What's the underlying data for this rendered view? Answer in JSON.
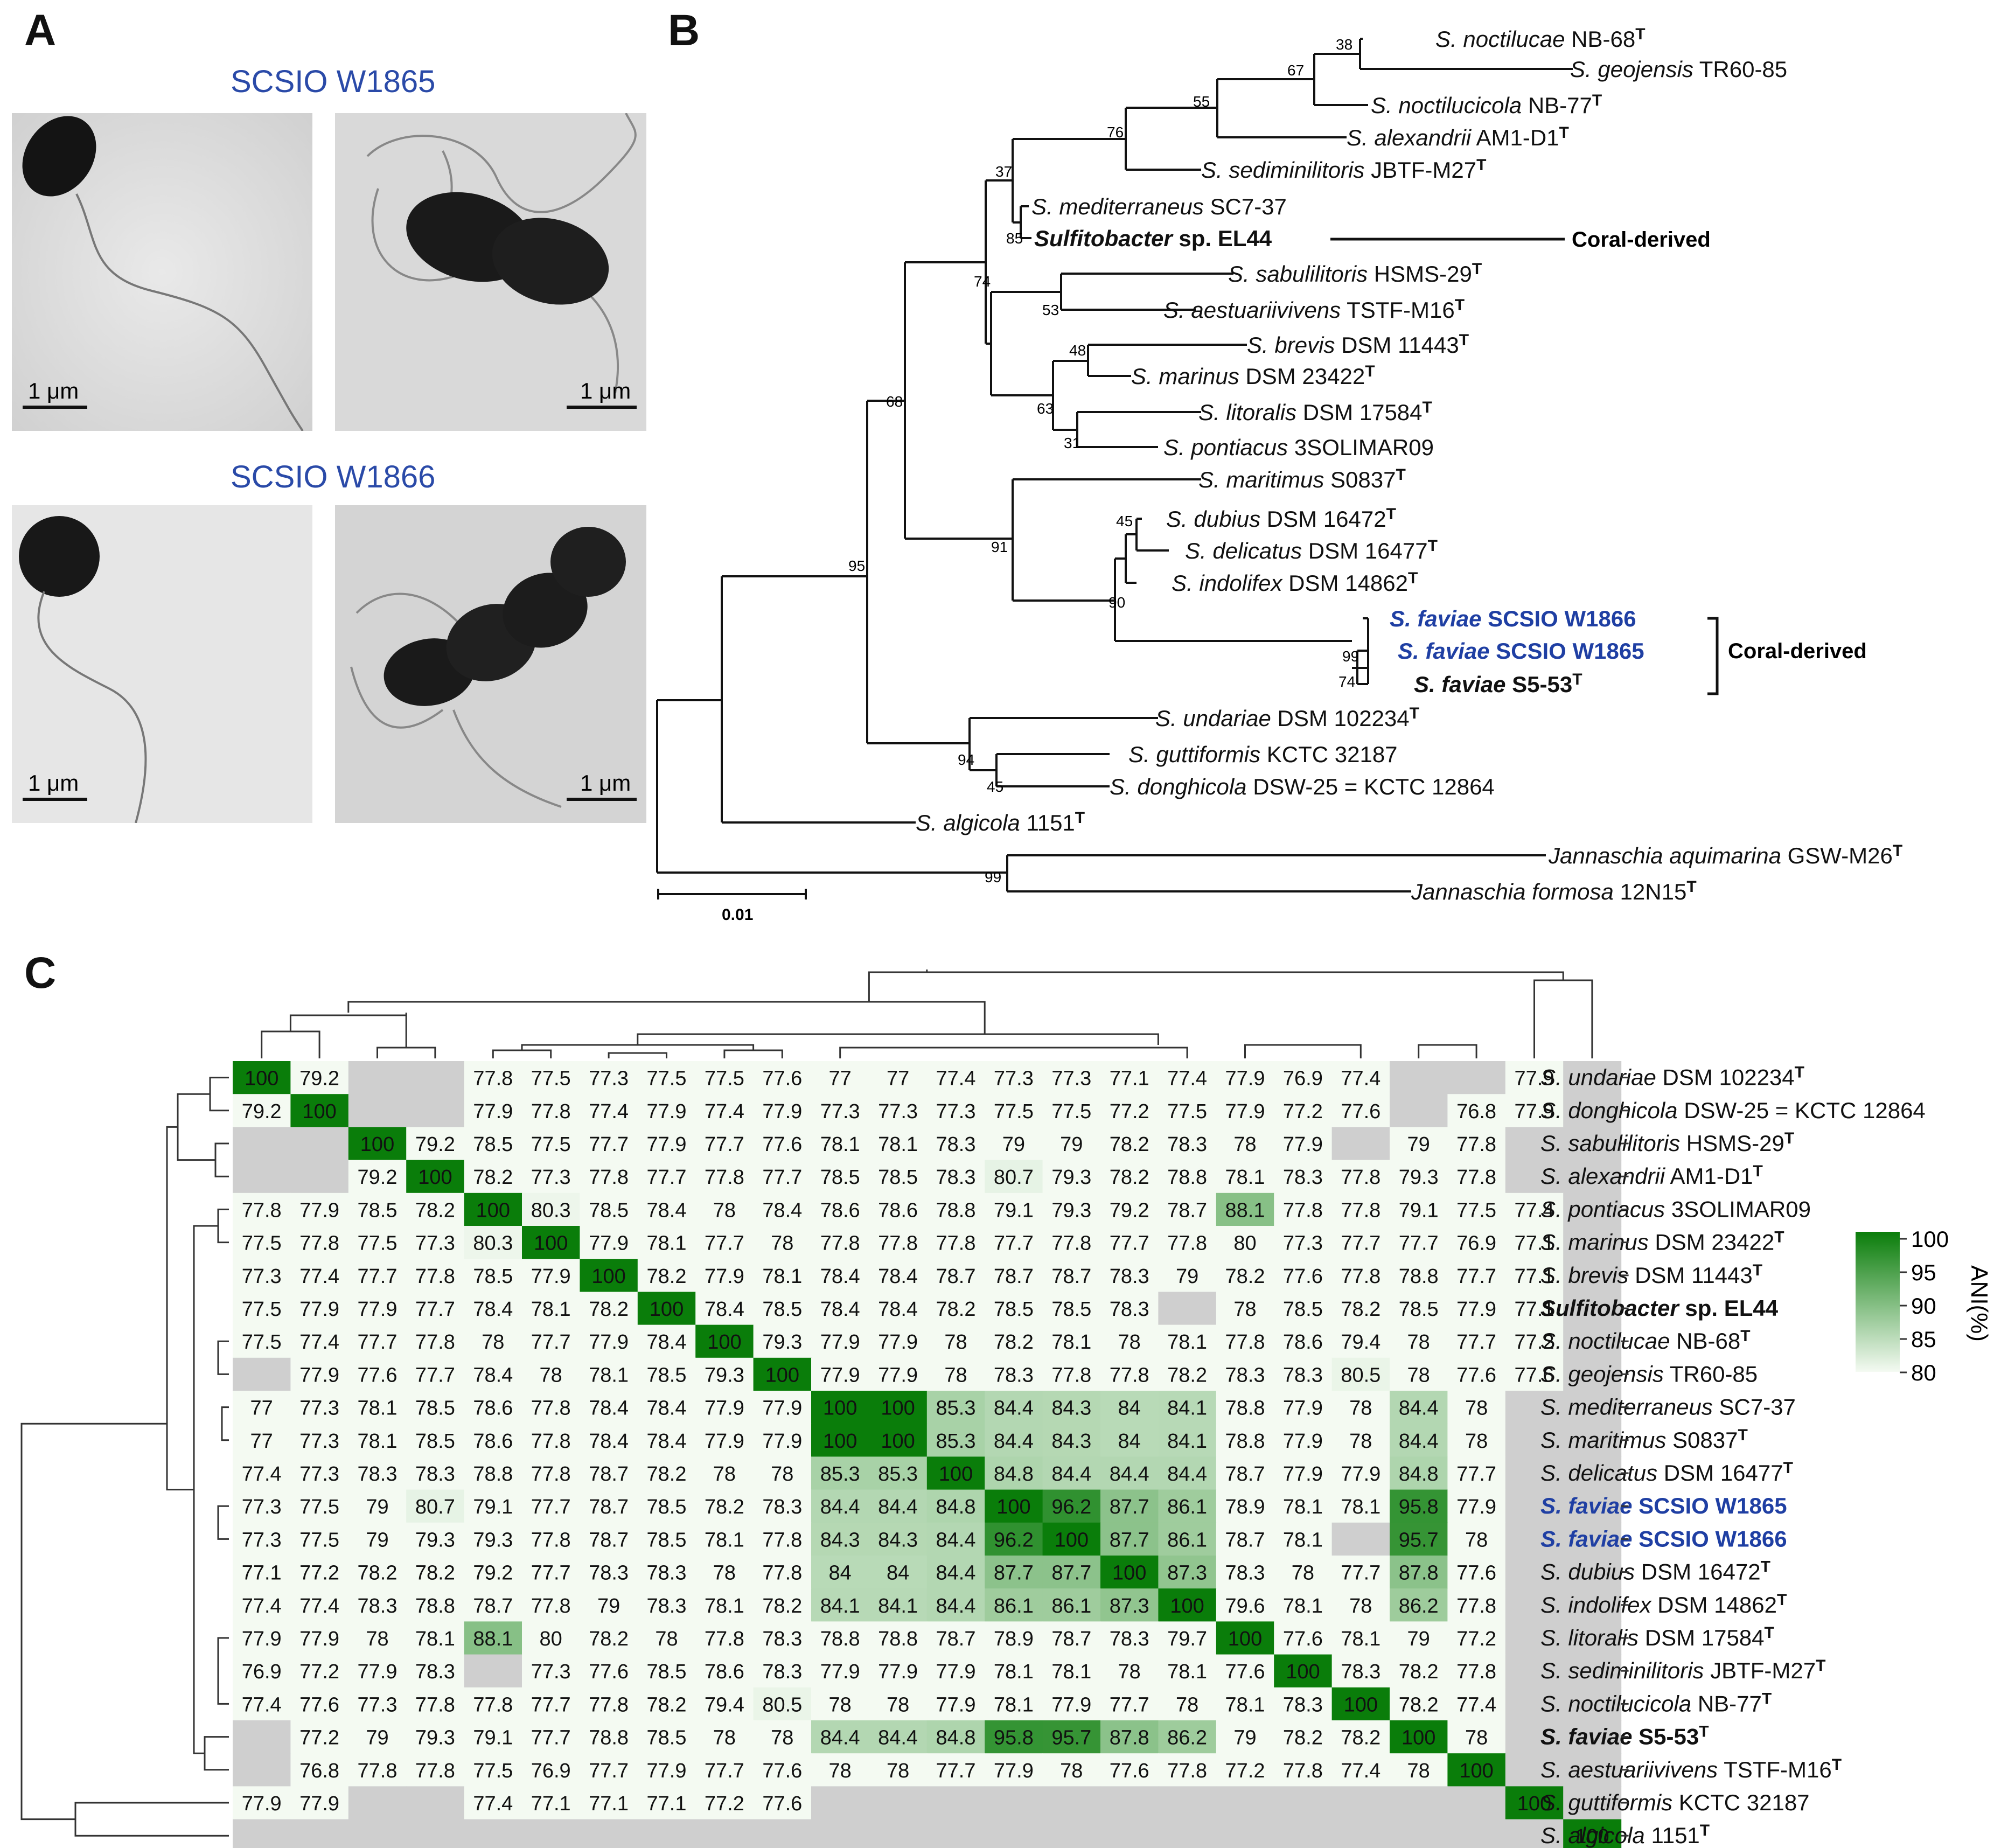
{
  "panels": {
    "a": "A",
    "b": "B",
    "c": "C"
  },
  "panel_a": {
    "strain_1": "SCSIO W1865",
    "strain_2": "SCSIO W1866",
    "scale_label": "1 μm"
  },
  "panel_b": {
    "scale_label": "0.01",
    "coral_label_1": "Coral-derived",
    "coral_label_2": "Coral-derived",
    "taxa": [
      {
        "genus": "S.",
        "species": "noctilucae",
        "strain": "NB-68",
        "type": true,
        "bold": false,
        "blue": false
      },
      {
        "genus": "S.",
        "species": "geojensis",
        "strain": "TR60-85",
        "type": false,
        "bold": false,
        "blue": false
      },
      {
        "genus": "S.",
        "species": "noctilucicola",
        "strain": "NB-77",
        "type": true,
        "bold": false,
        "blue": false
      },
      {
        "genus": "S.",
        "species": "alexandrii",
        "strain": "AM1-D1",
        "type": true,
        "bold": false,
        "blue": false
      },
      {
        "genus": "S.",
        "species": "sediminilitoris",
        "strain": "JBTF-M27",
        "type": true,
        "bold": false,
        "blue": false
      },
      {
        "genus": "S.",
        "species": "mediterraneus",
        "strain": "SC7-37",
        "type": false,
        "bold": false,
        "blue": false
      },
      {
        "genus": "Sulfitobacter",
        "species": "",
        "strain": "sp. EL44",
        "type": false,
        "bold": true,
        "blue": false
      },
      {
        "genus": "S.",
        "species": "sabulilitoris",
        "strain": "HSMS-29",
        "type": true,
        "bold": false,
        "blue": false
      },
      {
        "genus": "S.",
        "species": "aestuariivivens",
        "strain": "TSTF-M16",
        "type": true,
        "bold": false,
        "blue": false
      },
      {
        "genus": "S.",
        "species": "brevis",
        "strain": "DSM 11443",
        "type": true,
        "bold": false,
        "blue": false
      },
      {
        "genus": "S.",
        "species": "marinus",
        "strain": "DSM 23422",
        "type": true,
        "bold": false,
        "blue": false
      },
      {
        "genus": "S.",
        "species": "litoralis",
        "strain": "DSM 17584",
        "type": true,
        "bold": false,
        "blue": false
      },
      {
        "genus": "S.",
        "species": "pontiacus",
        "strain": "3SOLIMAR09",
        "type": false,
        "bold": false,
        "blue": false
      },
      {
        "genus": "S.",
        "species": "maritimus",
        "strain": "S0837",
        "type": true,
        "bold": false,
        "blue": false
      },
      {
        "genus": "S.",
        "species": "dubius",
        "strain": "DSM 16472",
        "type": true,
        "bold": false,
        "blue": false
      },
      {
        "genus": "S.",
        "species": "delicatus",
        "strain": "DSM 16477",
        "type": true,
        "bold": false,
        "blue": false
      },
      {
        "genus": "S.",
        "species": "indolifex",
        "strain": "DSM 14862",
        "type": true,
        "bold": false,
        "blue": false
      },
      {
        "genus": "S.",
        "species": "faviae",
        "strain": "SCSIO W1866",
        "type": false,
        "bold": true,
        "blue": true
      },
      {
        "genus": "S.",
        "species": "faviae",
        "strain": "SCSIO W1865",
        "type": false,
        "bold": true,
        "blue": true
      },
      {
        "genus": "S.",
        "species": "faviae",
        "strain": "S5-53",
        "type": true,
        "bold": true,
        "blue": false
      },
      {
        "genus": "S.",
        "species": "undariae",
        "strain": "DSM 102234",
        "type": true,
        "bold": false,
        "blue": false
      },
      {
        "genus": "S.",
        "species": "guttiformis",
        "strain": "KCTC 32187",
        "type": false,
        "bold": false,
        "blue": false
      },
      {
        "genus": "S.",
        "species": "donghicola",
        "strain": "DSW-25 = KCTC 12864",
        "type": false,
        "bold": false,
        "blue": false
      },
      {
        "genus": "S.",
        "species": "algicola",
        "strain": "1151",
        "type": true,
        "bold": false,
        "blue": false
      },
      {
        "genus": "Jannaschia",
        "species": "aquimarina",
        "strain": "GSW-M26",
        "type": true,
        "bold": false,
        "blue": false
      },
      {
        "genus": "Jannaschia",
        "species": "formosa",
        "strain": "12N15",
        "type": true,
        "bold": false,
        "blue": false
      }
    ],
    "bootstrap": [
      "38",
      "67",
      "55",
      "76",
      "37",
      "85",
      "74",
      "53",
      "48",
      "63",
      "31",
      "68",
      "45",
      "91",
      "90",
      "99",
      "74",
      "95",
      "94",
      "45",
      "99"
    ]
  },
  "panel_c": {
    "legend_title": "ANI(%)",
    "legend_ticks": [
      "100",
      "95",
      "90",
      "85",
      "80"
    ],
    "colors": {
      "high": "#0a7d0a",
      "low": "#f4faf2",
      "missing": "#cfcfcf"
    },
    "row_labels": [
      {
        "genus": "S.",
        "species": "undariae",
        "strain": "DSM 102234",
        "type": true,
        "bold": false,
        "blue": false
      },
      {
        "genus": "S.",
        "species": "donghicola",
        "strain": "DSW-25 = KCTC 12864",
        "type": false,
        "bold": false,
        "blue": false
      },
      {
        "genus": "S.",
        "species": "sabulilitoris",
        "strain": "HSMS-29",
        "type": true,
        "bold": false,
        "blue": false
      },
      {
        "genus": "S.",
        "species": "alexandrii",
        "strain": "AM1-D1",
        "type": true,
        "bold": false,
        "blue": false
      },
      {
        "genus": "S.",
        "species": "pontiacus",
        "strain": "3SOLIMAR09",
        "type": false,
        "bold": false,
        "blue": false
      },
      {
        "genus": "S.",
        "species": "marinus",
        "strain": "DSM 23422",
        "type": true,
        "bold": false,
        "blue": false
      },
      {
        "genus": "S.",
        "species": "brevis",
        "strain": "DSM 11443",
        "type": true,
        "bold": false,
        "blue": false
      },
      {
        "genus": "Sulfitobacter",
        "species": "",
        "strain": "sp. EL44",
        "type": false,
        "bold": true,
        "blue": false
      },
      {
        "genus": "S.",
        "species": "noctilucae",
        "strain": "NB-68",
        "type": true,
        "bold": false,
        "blue": false
      },
      {
        "genus": "S.",
        "species": "geojensis",
        "strain": "TR60-85",
        "type": false,
        "bold": false,
        "blue": false
      },
      {
        "genus": "S.",
        "species": "mediterraneus",
        "strain": "SC7-37",
        "type": false,
        "bold": false,
        "blue": false
      },
      {
        "genus": "S.",
        "species": "maritimus",
        "strain": "S0837",
        "type": true,
        "bold": false,
        "blue": false
      },
      {
        "genus": "S.",
        "species": "delicatus",
        "strain": "DSM 16477",
        "type": true,
        "bold": false,
        "blue": false
      },
      {
        "genus": "S.",
        "species": "faviae",
        "strain": "SCSIO W1865",
        "type": false,
        "bold": true,
        "blue": true
      },
      {
        "genus": "S.",
        "species": "faviae",
        "strain": "SCSIO W1866",
        "type": false,
        "bold": true,
        "blue": true
      },
      {
        "genus": "S.",
        "species": "dubius",
        "strain": "DSM 16472",
        "type": true,
        "bold": false,
        "blue": false
      },
      {
        "genus": "S.",
        "species": "indolifex",
        "strain": "DSM 14862",
        "type": true,
        "bold": false,
        "blue": false
      },
      {
        "genus": "S.",
        "species": "litoralis",
        "strain": "DSM 17584",
        "type": true,
        "bold": false,
        "blue": false
      },
      {
        "genus": "S.",
        "species": "sediminilitoris",
        "strain": "JBTF-M27",
        "type": true,
        "bold": false,
        "blue": false
      },
      {
        "genus": "S.",
        "species": "noctilucicola",
        "strain": "NB-77",
        "type": true,
        "bold": false,
        "blue": false
      },
      {
        "genus": "S.",
        "species": "faviae",
        "strain": "S5-53",
        "type": true,
        "bold": true,
        "blue": false
      },
      {
        "genus": "S.",
        "species": "aestuariivivens",
        "strain": "TSTF-M16",
        "type": true,
        "bold": false,
        "blue": false
      },
      {
        "genus": "S.",
        "species": "guttiformis",
        "strain": "KCTC 32187",
        "type": false,
        "bold": false,
        "blue": false
      },
      {
        "genus": "S.",
        "species": "algicola",
        "strain": "1151",
        "type": true,
        "bold": false,
        "blue": false
      }
    ],
    "matrix": [
      [
        "100",
        "79.2",
        null,
        null,
        "77.8",
        "77.5",
        "77.3",
        "77.5",
        "77.5",
        "77.6",
        "77",
        "77",
        "77.4",
        "77.3",
        "77.3",
        "77.1",
        "77.4",
        "77.9",
        "76.9",
        "77.4",
        null,
        null,
        "77.9",
        null
      ],
      [
        "79.2",
        "100",
        null,
        null,
        "77.9",
        "77.8",
        "77.4",
        "77.9",
        "77.4",
        "77.9",
        "77.3",
        "77.3",
        "77.3",
        "77.5",
        "77.5",
        "77.2",
        "77.5",
        "77.9",
        "77.2",
        "77.6",
        null,
        "76.8",
        "77.9",
        null
      ],
      [
        null,
        null,
        "100",
        "79.2",
        "78.5",
        "77.5",
        "77.7",
        "77.9",
        "77.7",
        "77.6",
        "78.1",
        "78.1",
        "78.3",
        "79",
        "79",
        "78.2",
        "78.3",
        "78",
        "77.9",
        null,
        "79",
        "77.8",
        null,
        null
      ],
      [
        null,
        null,
        "79.2",
        "100",
        "78.2",
        "77.3",
        "77.8",
        "77.7",
        "77.8",
        "77.7",
        "78.5",
        "78.5",
        "78.3",
        "80.7",
        "79.3",
        "78.2",
        "78.8",
        "78.1",
        "78.3",
        "77.8",
        "79.3",
        "77.8",
        null,
        null
      ],
      [
        "77.8",
        "77.9",
        "78.5",
        "78.2",
        "100",
        "80.3",
        "78.5",
        "78.4",
        "78",
        "78.4",
        "78.6",
        "78.6",
        "78.8",
        "79.1",
        "79.3",
        "79.2",
        "78.7",
        "88.1",
        "77.8",
        "77.8",
        "79.1",
        "77.5",
        "77.4",
        null
      ],
      [
        "77.5",
        "77.8",
        "77.5",
        "77.3",
        "80.3",
        "100",
        "77.9",
        "78.1",
        "77.7",
        "78",
        "77.8",
        "77.8",
        "77.8",
        "77.7",
        "77.8",
        "77.7",
        "77.8",
        "80",
        "77.3",
        "77.7",
        "77.7",
        "76.9",
        "77.1",
        null
      ],
      [
        "77.3",
        "77.4",
        "77.7",
        "77.8",
        "78.5",
        "77.9",
        "100",
        "78.2",
        "77.9",
        "78.1",
        "78.4",
        "78.4",
        "78.7",
        "78.7",
        "78.7",
        "78.3",
        "79",
        "78.2",
        "77.6",
        "77.8",
        "78.8",
        "77.7",
        "77.1",
        null
      ],
      [
        "77.5",
        "77.9",
        "77.9",
        "77.7",
        "78.4",
        "78.1",
        "78.2",
        "100",
        "78.4",
        "78.5",
        "78.4",
        "78.4",
        "78.2",
        "78.5",
        "78.5",
        "78.3",
        null,
        "78",
        "78.5",
        "78.2",
        "78.5",
        "77.9",
        "77.1",
        null
      ],
      [
        "77.5",
        "77.4",
        "77.7",
        "77.8",
        "78",
        "77.7",
        "77.9",
        "78.4",
        "100",
        "79.3",
        "77.9",
        "77.9",
        "78",
        "78.2",
        "78.1",
        "78",
        "78.1",
        "77.8",
        "78.6",
        "79.4",
        "78",
        "77.7",
        "77.2",
        null
      ],
      [
        null,
        "77.9",
        "77.6",
        "77.7",
        "78.4",
        "78",
        "78.1",
        "78.5",
        "79.3",
        "100",
        "77.9",
        "77.9",
        "78",
        "78.3",
        "77.8",
        "77.8",
        "78.2",
        "78.3",
        "78.3",
        "80.5",
        "78",
        "77.6",
        "77.6",
        null
      ],
      [
        "77",
        "77.3",
        "78.1",
        "78.5",
        "78.6",
        "77.8",
        "78.4",
        "78.4",
        "77.9",
        "77.9",
        "100",
        "100",
        "85.3",
        "84.4",
        "84.3",
        "84",
        "84.1",
        "78.8",
        "77.9",
        "78",
        "84.4",
        "78",
        null,
        null
      ],
      [
        "77",
        "77.3",
        "78.1",
        "78.5",
        "78.6",
        "77.8",
        "78.4",
        "78.4",
        "77.9",
        "77.9",
        "100",
        "100",
        "85.3",
        "84.4",
        "84.3",
        "84",
        "84.1",
        "78.8",
        "77.9",
        "78",
        "84.4",
        "78",
        null,
        null
      ],
      [
        "77.4",
        "77.3",
        "78.3",
        "78.3",
        "78.8",
        "77.8",
        "78.7",
        "78.2",
        "78",
        "78",
        "85.3",
        "85.3",
        "100",
        "84.8",
        "84.4",
        "84.4",
        "84.4",
        "78.7",
        "77.9",
        "77.9",
        "84.8",
        "77.7",
        null,
        null
      ],
      [
        "77.3",
        "77.5",
        "79",
        "80.7",
        "79.1",
        "77.7",
        "78.7",
        "78.5",
        "78.2",
        "78.3",
        "84.4",
        "84.4",
        "84.8",
        "100",
        "96.2",
        "87.7",
        "86.1",
        "78.9",
        "78.1",
        "78.1",
        "95.8",
        "77.9",
        null,
        null
      ],
      [
        "77.3",
        "77.5",
        "79",
        "79.3",
        "79.3",
        "77.8",
        "78.7",
        "78.5",
        "78.1",
        "77.8",
        "84.3",
        "84.3",
        "84.4",
        "96.2",
        "100",
        "87.7",
        "86.1",
        "78.7",
        "78.1",
        null,
        "95.7",
        "78",
        null,
        null
      ],
      [
        "77.1",
        "77.2",
        "78.2",
        "78.2",
        "79.2",
        "77.7",
        "78.3",
        "78.3",
        "78",
        "77.8",
        "84",
        "84",
        "84.4",
        "87.7",
        "87.7",
        "100",
        "87.3",
        "78.3",
        "78",
        "77.7",
        "87.8",
        "77.6",
        null,
        null
      ],
      [
        "77.4",
        "77.4",
        "78.3",
        "78.8",
        "78.7",
        "77.8",
        "79",
        "78.3",
        "78.1",
        "78.2",
        "84.1",
        "84.1",
        "84.4",
        "86.1",
        "86.1",
        "87.3",
        "100",
        "79.6",
        "78.1",
        "78",
        "86.2",
        "77.8",
        null,
        null
      ],
      [
        "77.9",
        "77.9",
        "78",
        "78.1",
        "88.1",
        "80",
        "78.2",
        "78",
        "77.8",
        "78.3",
        "78.8",
        "78.8",
        "78.7",
        "78.9",
        "78.7",
        "78.3",
        "79.7",
        "100",
        "77.6",
        "78.1",
        "79",
        "77.2",
        null,
        null
      ],
      [
        "76.9",
        "77.2",
        "77.9",
        "78.3",
        null,
        "77.3",
        "77.6",
        "78.5",
        "78.6",
        "78.3",
        "77.9",
        "77.9",
        "77.9",
        "78.1",
        "78.1",
        "78",
        "78.1",
        "77.6",
        "100",
        "78.3",
        "78.2",
        "77.8",
        null,
        null
      ],
      [
        "77.4",
        "77.6",
        "77.3",
        "77.8",
        "77.8",
        "77.7",
        "77.8",
        "78.2",
        "79.4",
        "80.5",
        "78",
        "78",
        "77.9",
        "78.1",
        "77.9",
        "77.7",
        "78",
        "78.1",
        "78.3",
        "100",
        "78.2",
        "77.4",
        null,
        null
      ],
      [
        null,
        "77.2",
        "79",
        "79.3",
        "79.1",
        "77.7",
        "78.8",
        "78.5",
        "78",
        "78",
        "84.4",
        "84.4",
        "84.8",
        "95.8",
        "95.7",
        "87.8",
        "86.2",
        "79",
        "78.2",
        "78.2",
        "100",
        "78",
        null,
        null
      ],
      [
        null,
        "76.8",
        "77.8",
        "77.8",
        "77.5",
        "76.9",
        "77.7",
        "77.9",
        "77.7",
        "77.6",
        "78",
        "78",
        "77.7",
        "77.9",
        "78",
        "77.6",
        "77.8",
        "77.2",
        "77.8",
        "77.4",
        "78",
        "100",
        null,
        null
      ],
      [
        "77.9",
        "77.9",
        null,
        null,
        "77.4",
        "77.1",
        "77.1",
        "77.1",
        "77.2",
        "77.6",
        null,
        null,
        null,
        null,
        null,
        null,
        null,
        null,
        null,
        null,
        null,
        null,
        "100",
        null
      ],
      [
        null,
        null,
        null,
        null,
        null,
        null,
        null,
        null,
        null,
        null,
        null,
        null,
        null,
        null,
        null,
        null,
        null,
        null,
        null,
        null,
        null,
        null,
        null,
        "100"
      ]
    ]
  }
}
